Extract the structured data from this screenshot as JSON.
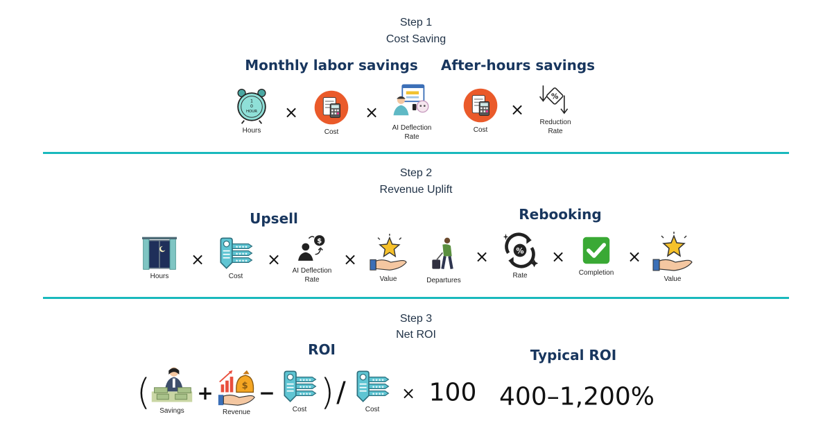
{
  "step1": {
    "title": "Step 1",
    "subtitle": "Cost Saving",
    "monthly_heading": "Monthly labor savings",
    "afterhours_heading": "After-hours savings",
    "items": [
      {
        "label": "Hours",
        "icon": "clock-hour-icon"
      },
      {
        "label": "Cost",
        "icon": "calculator-icon"
      },
      {
        "label": "AI Deflection Rate",
        "icon": "ai-agent-icon"
      },
      {
        "label": "Cost",
        "icon": "calculator-icon"
      },
      {
        "label": "Reduction Rate",
        "icon": "percent-down-icon"
      }
    ],
    "op": "×"
  },
  "step2": {
    "title": "Step 2",
    "subtitle": "Revenue Uplift",
    "upsell_heading": "Upsell",
    "rebooking_heading": "Rebooking",
    "items": [
      {
        "label": "Hours",
        "icon": "night-window-icon"
      },
      {
        "label": "Cost",
        "icon": "price-tag-icon"
      },
      {
        "label": "AI Deflection Rate",
        "icon": "person-dollar-icon"
      },
      {
        "label": "Value",
        "icon": "hand-star-icon"
      },
      {
        "label": "Departures",
        "icon": "traveler-icon"
      },
      {
        "label": "Rate",
        "icon": "percent-cycle-icon"
      },
      {
        "label": "Completion",
        "icon": "checkmark-icon"
      },
      {
        "label": "Value",
        "icon": "hand-star-icon"
      }
    ],
    "op": "×"
  },
  "step3": {
    "title": "Step 3",
    "subtitle": "Net ROI",
    "roi_heading": "ROI",
    "typical_heading": "Typical ROI",
    "typical_value": "400–1,200%",
    "items": [
      {
        "label": "Savings",
        "icon": "money-person-icon"
      },
      {
        "label": "Revenue",
        "icon": "money-bag-icon"
      },
      {
        "label": "Cost",
        "icon": "price-tag-icon"
      },
      {
        "label": "Cost",
        "icon": "price-tag-icon"
      }
    ],
    "open_paren": "(",
    "close_paren": ")",
    "plus": "+",
    "minus": "−",
    "divide": "/",
    "times": "×",
    "hundred": "100"
  },
  "colors": {
    "divider": "#19b9bd",
    "heading": "#18365e",
    "accent": "#e95b2d",
    "teal": "#3fb6c6"
  }
}
